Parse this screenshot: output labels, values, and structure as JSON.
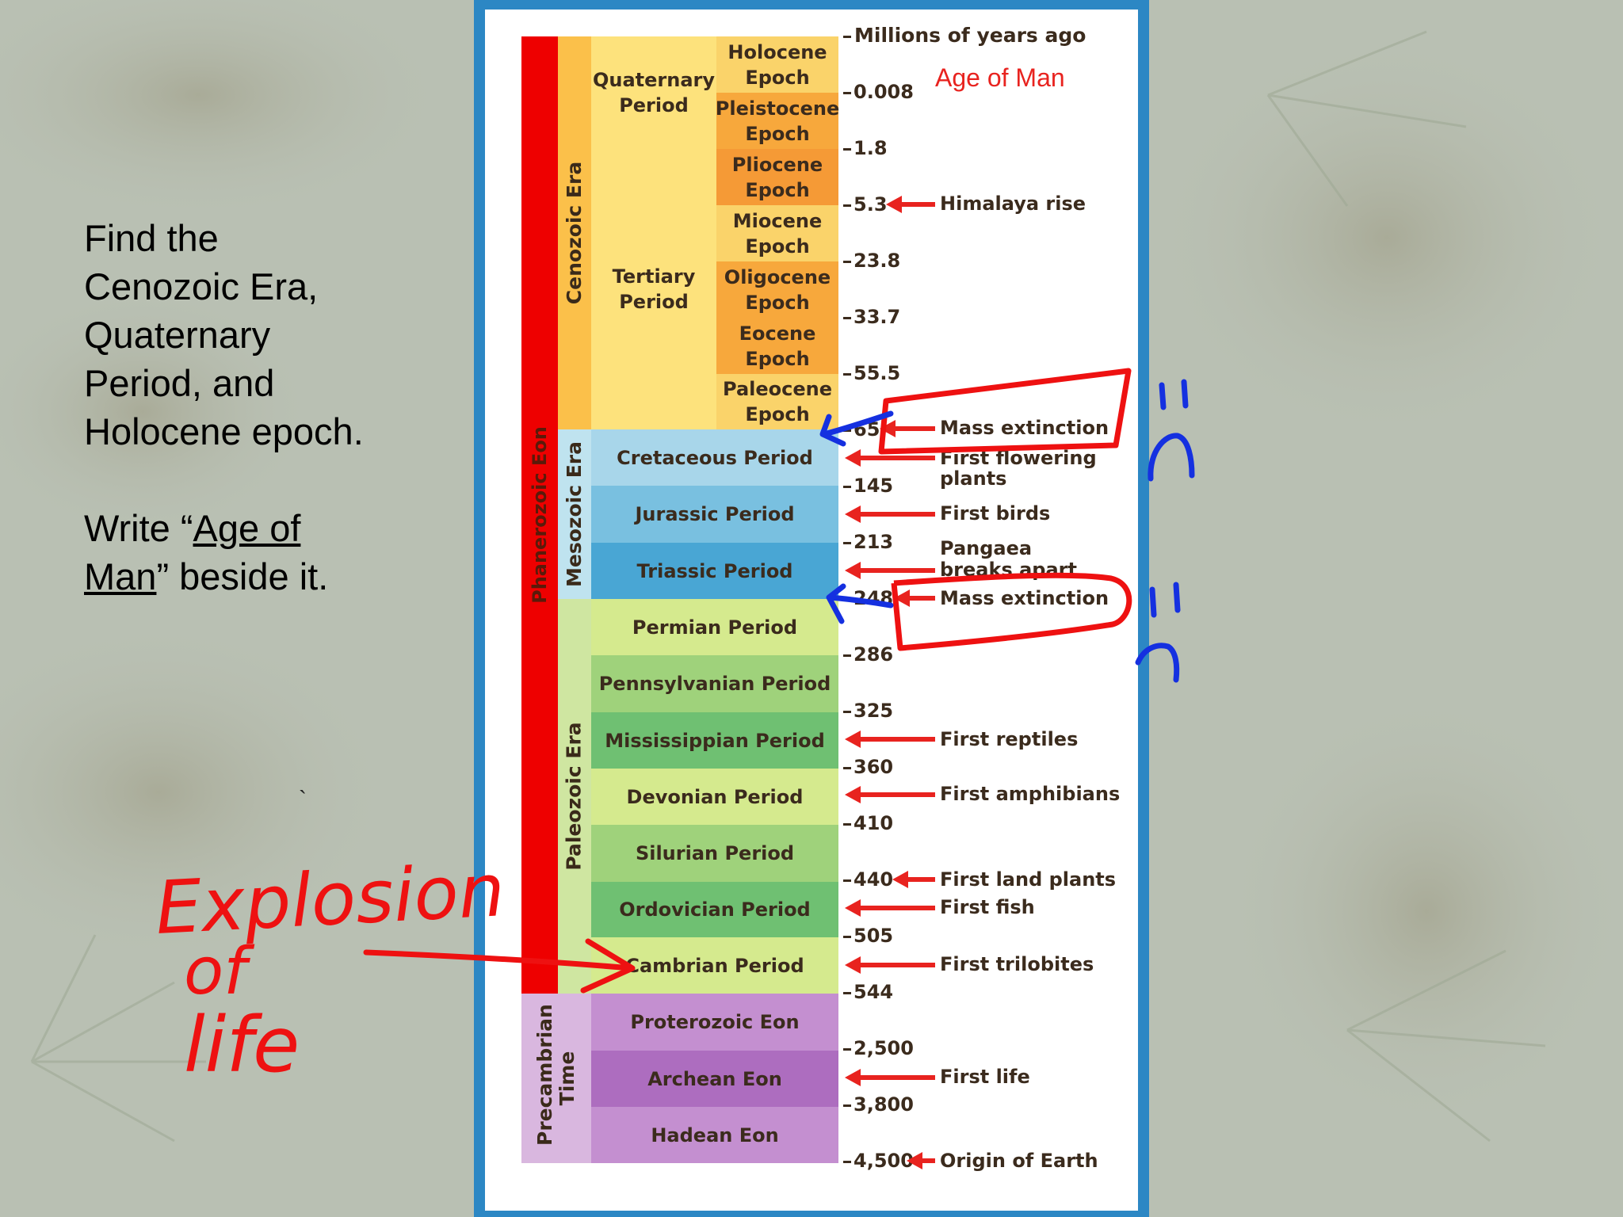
{
  "instructions": {
    "line1": "Find the",
    "line2": "Cenozoic Era,",
    "line3": "Quaternary",
    "line4": "Period, and",
    "line5": "Holocene epoch.",
    "write_prefix": "Write “",
    "write_underlined_1": "Age of",
    "write_underlined_2": "Man",
    "write_suffix": "” beside it.",
    "stray_mark": "`"
  },
  "timescale": {
    "header": "Millions of years ago",
    "eon_label": "Phanerozoic Eon",
    "precambrian_label": "Precambrian Time",
    "eras": {
      "cenozoic": "Cenozoic Era",
      "mesozoic": "Mesozoic Era",
      "paleozoic": "Paleozoic Era"
    },
    "periods": {
      "quaternary": "Quaternary Period",
      "tertiary": "Tertiary Period"
    },
    "epochs": [
      "Holocene Epoch",
      "Pleistocene Epoch",
      "Pliocene Epoch",
      "Miocene Epoch",
      "Oligocene Epoch",
      "Eocene Epoch",
      "Paleocene Epoch"
    ],
    "rows": [
      "Cretaceous Period",
      "Jurassic Period",
      "Triassic Period",
      "Permian Period",
      "Pennsylvanian Period",
      "Mississippian Period",
      "Devonian Period",
      "Silurian Period",
      "Ordovician Period",
      "Cambrian Period",
      "Proterozoic Eon",
      "Archean Eon",
      "Hadean Eon"
    ],
    "mya_ticks": [
      "0.008",
      "1.8",
      "5.3",
      "23.8",
      "33.7",
      "55.5",
      "65",
      "145",
      "213",
      "248",
      "286",
      "325",
      "360",
      "410",
      "440",
      "505",
      "544",
      "2,500",
      "3,800",
      "4,500"
    ],
    "events": {
      "himalaya": "Himalaya rise",
      "mass1": "Mass extinction",
      "flowering1": "First flowering",
      "flowering2": "plants",
      "birds": "First birds",
      "pangaea1": "Pangaea",
      "pangaea2": "breaks apart",
      "mass2": "Mass extinction",
      "reptiles": "First reptiles",
      "amphibians": "First amphibians",
      "landplants": "First land plants",
      "fish": "First fish",
      "trilobites": "First trilobites",
      "life": "First life",
      "earth": "Origin of Earth"
    },
    "age_of_man": "Age of Man"
  },
  "annotations": {
    "explosion_line1": "Explosion",
    "explosion_line2": "of",
    "explosion_line3": "life",
    "sad_face_color": "#1530e0",
    "marker_color": "#ee1111"
  },
  "colors": {
    "frame": "#2c87c4",
    "eon_bar": "#ee0000",
    "cenozoic": "#fbc04a",
    "quaternary": "#fde27c",
    "tertiary": "#fde27c",
    "epoch_dark": "#f7a83c",
    "epoch_light": "#fad36a",
    "mesozoic": "#bfe3ef",
    "cretaceous": "#a8d6ea",
    "jurassic": "#79c0e0",
    "triassic": "#49a6d4",
    "paleozoic": "#cfe6a1",
    "light_green": "#d5ea8e",
    "mid_green": "#9fd27b",
    "dark_green": "#6fc072",
    "precambrian": "#d9b7df",
    "proterozoic": "#c48fd0",
    "archean": "#ad6dbf",
    "hadean": "#c48fd0"
  }
}
